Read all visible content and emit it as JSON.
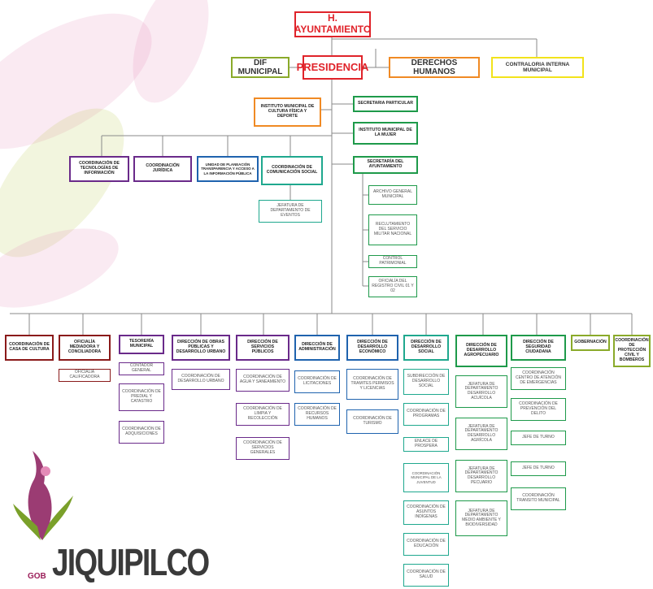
{
  "colors": {
    "red": "#e0232a",
    "green": "#8aaa2a",
    "orange": "#f08a24",
    "yellow": "#f2e31b",
    "dgreen": "#1e9a4a",
    "purple": "#6a2a8a",
    "blue": "#1f63ae",
    "teal": "#1fa88e",
    "maroon": "#8a1a1a",
    "gray": "#8a8a8a"
  },
  "top": {
    "ayuntamiento": "H. AYUNTAMIENTO",
    "presidencia": "PRESIDENCIA",
    "dif": "DIF MUNICIPAL",
    "derechos": "DERECHOS HUMANOS",
    "contraloria": "CONTRALORIA INTERNA MUNICIPAL",
    "instituto_cultura": "INSTITUTO MUNICIPAL DE CULTURA FÍSICA Y DEPORTE",
    "secretaria_particular": "SECRETARIA PARTICULAR",
    "instituto_mujer": "INSTITUTO MUNICIPAL DE LA MUJER",
    "secretaria_ayuntamiento": "SECRETARÍA DEL AYUNTAMIENTO"
  },
  "coords": {
    "tecnologias": "COORDINACIÓN DE TECNOLOGÍAS DE INFORMACIÓN",
    "juridica": "COORDINACIÓN JURÍDICA",
    "planeacion": "UNIDAD DE PLANEACIÓN TRANSPARENCIA Y ACCESO A LA INFORMACIÓN PÚBLICA",
    "comunicacion": "COORDINACIÓN DE COMUNICACIÓN SOCIAL",
    "jefatura_eventos": "JEFATURA DE DEPARTAMENTO DE EVENTOS"
  },
  "secretaria_sub": [
    "ARCHIVO GENERAL MUNICIPAL",
    "RECLUTAMIENTO DEL SERVICIO MILITAR NACIONAL",
    "CONTROL PATRIMONIAL",
    "OFICIALÍA DEL REGISTRO CIVIL 01 Y 02"
  ],
  "departments": [
    {
      "name": "COORDINACIÓN DE CASA DE CULTURA",
      "subs": []
    },
    {
      "name": "OFICIALÍA MEDIADORA Y CONCILIADORA",
      "subs": [
        "OFICIALÍA CALIFICADORA"
      ]
    },
    {
      "name": "TESORERÍA MUNICIPAL",
      "subs": [
        "CONTADOR GENERAL",
        "COORDINACIÓN DE PREDIAL Y CATASTRO",
        "COORDINACIÓN DE ADQUISICIONES"
      ]
    },
    {
      "name": "DIRECCIÓN DE OBRAS PÚBLICAS Y DESARROLLO URBANO",
      "subs": [
        "COORDINACIÓN DE DESARROLLO URBANO"
      ]
    },
    {
      "name": "DIRECCIÓN DE SERVICIOS PÚBLICOS",
      "subs": [
        "COORDINACIÓN DE AGUA Y SANEAMIENTO",
        "COORDINACIÓN DE LIMPIA Y RECOLECCIÓN",
        "COORDINACIÓN DE SERVICIOS GENERALES"
      ]
    },
    {
      "name": "DIRECCIÓN DE ADMINISTRACIÓN",
      "subs": [
        "COORDINACIÓN DE LICITACIONES",
        "COORDINACIÓN DE RECURSOS HUMANOS"
      ]
    },
    {
      "name": "DIRECCIÓN DE DESARROLLO ECONÓMICO",
      "subs": [
        "COORDINACIÓN DE TRAMITES PERMISOS Y LICENCIAS",
        "COORDINACIÓN DE TURISMO"
      ]
    },
    {
      "name": "DIRECCIÓN DE DESARROLLO SOCIAL",
      "subs": [
        "SUBDIRECCIÓN DE DESARROLLO SOCIAL",
        "COORDINACIÓN DE PROGRAMAS",
        "ENLACE DE PROSPERA",
        "COORDINACIÓN MUNICIPAL DE LA JUVENTUD",
        "COORDINACIÓN DE ASUNTOS INDÍGENAS",
        "COORDINACIÓN DE EDUCACIÓN",
        "COORDINACIÓN DE SALUD"
      ]
    },
    {
      "name": "DIRECCIÓN DE DESARROLLO AGROPECUARIO",
      "subs": [
        "JEFATURA DE DEPARTAMENTO DESARROLLO ACUÍCOLA",
        "JEFATURA DE DEPARTAMENTO DESARROLLO AGRÍCOLA",
        "JEFATURA DE DEPARTAMENTO DESARROLLO PECUARIO",
        "JEFATURA DE DEPARTAMENTO MEDIO AMBIENTE Y BIODIVERSIDAD"
      ]
    },
    {
      "name": "DIRECCIÓN DE SEGURIDAD CIUDADANA",
      "subs": [
        "COORDINACIÓN CENTRO DE ATENCIÓN DE EMERGENCIAS",
        "COORDINACIÓN DE PREVENCIÓN DEL DELITO",
        "JEFE DE TURNO",
        "JEFE DE TURNO",
        "COORDINACIÓN TRANSITO MUNICIPAL"
      ]
    },
    {
      "name": "GOBERNACIÓN",
      "subs": []
    },
    {
      "name": "COORDINACIÓN DE PROTECCIÓN CIVIL Y BOMBEROS",
      "subs": []
    }
  ],
  "logo": {
    "prefix": "GOB",
    "text": "JIQUIPILCO"
  }
}
